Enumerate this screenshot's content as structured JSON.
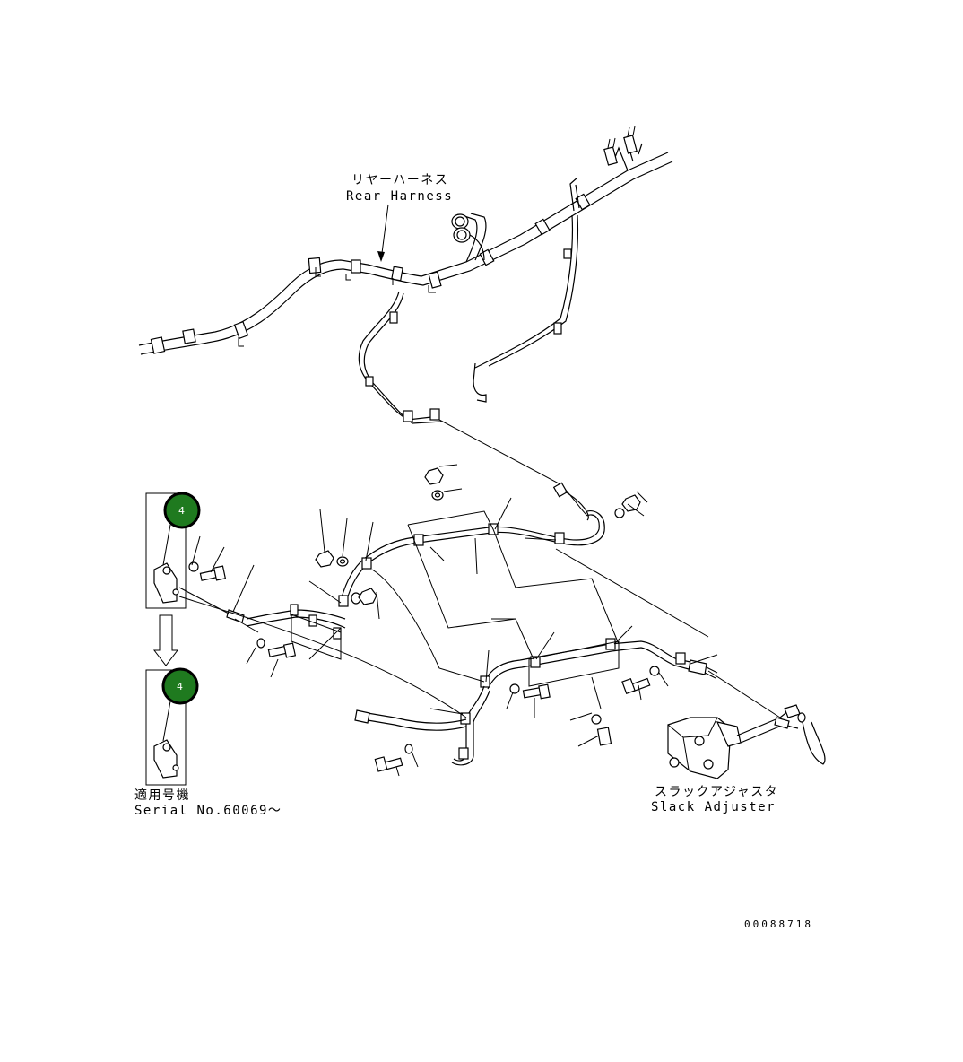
{
  "labels": {
    "rear_harness_jp": "リヤーハーネス",
    "rear_harness_en": "Rear Harness",
    "serial_jp": "適用号機",
    "serial_en": "Serial No.60069〜",
    "slack_adjuster_jp": "スラックアジャスタ",
    "slack_adjuster_en": "Slack Adjuster",
    "drawing_number": "00088718"
  },
  "badges": [
    {
      "text": "4"
    },
    {
      "text": "4"
    }
  ],
  "colors": {
    "badge_fill": "#1f7a1f",
    "badge_border": "#000000",
    "line": "#000000",
    "background": "#ffffff"
  }
}
